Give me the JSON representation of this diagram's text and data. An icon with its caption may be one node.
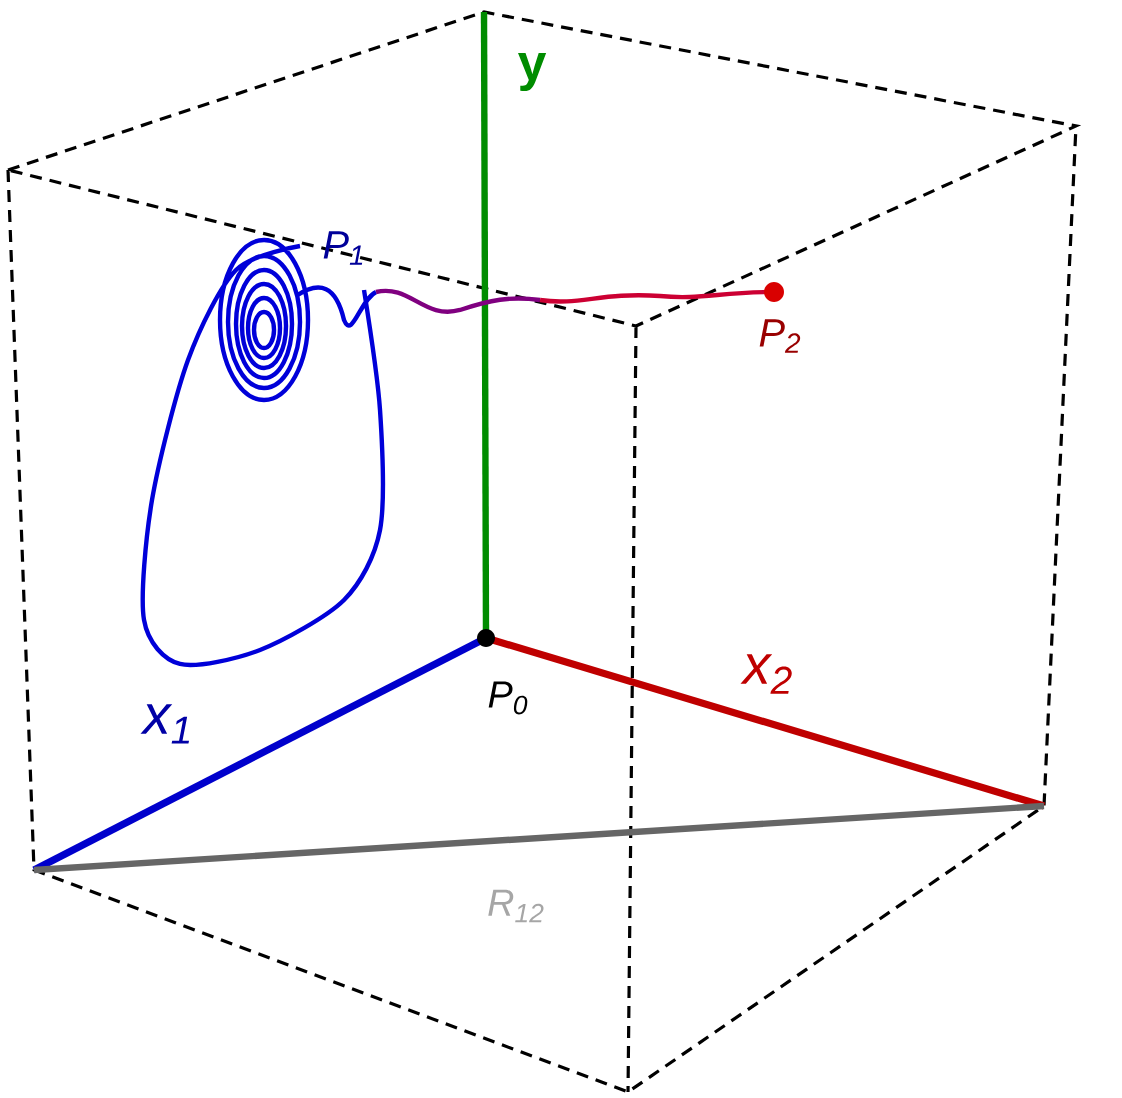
{
  "diagram": {
    "labels": [
      "y",
      "P$_{1}$",
      "P$_{2}$",
      "x$_{2}$",
      "P$_{0}$",
      "x$_{1}$",
      "R$_{12}$"
    ]
  }
}
